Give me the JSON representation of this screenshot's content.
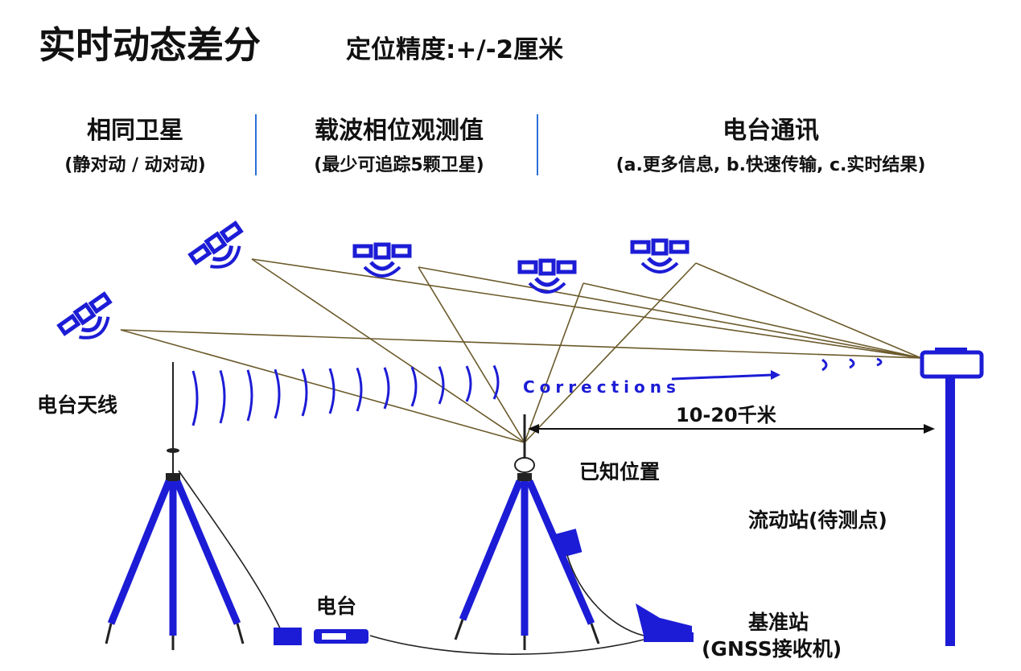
{
  "title": "实时动态差分",
  "subtitle": "定位精度:+/-2厘米",
  "columns": [
    {
      "heading": "相同卫星",
      "note": "(静对动 / 动对动)"
    },
    {
      "heading": "载波相位观测值",
      "note": "(最少可追踪5颗卫星)"
    },
    {
      "heading": "电台通讯",
      "note": "(a.更多信息, b.快速传输, c.实时结果)"
    }
  ],
  "labels": {
    "radio_antenna": "电台天线",
    "known_position": "已知位置",
    "distance": "10-20千米",
    "rover": "流动站(待测点)",
    "radio": "电台",
    "base_station": "基准站",
    "gnss_receiver": "(GNSS接收机)",
    "corrections": "Corrections"
  },
  "colors": {
    "equipment": "#1c1cd6",
    "divider": "#2a6fd6",
    "signal_line": "#6b5a2a"
  }
}
